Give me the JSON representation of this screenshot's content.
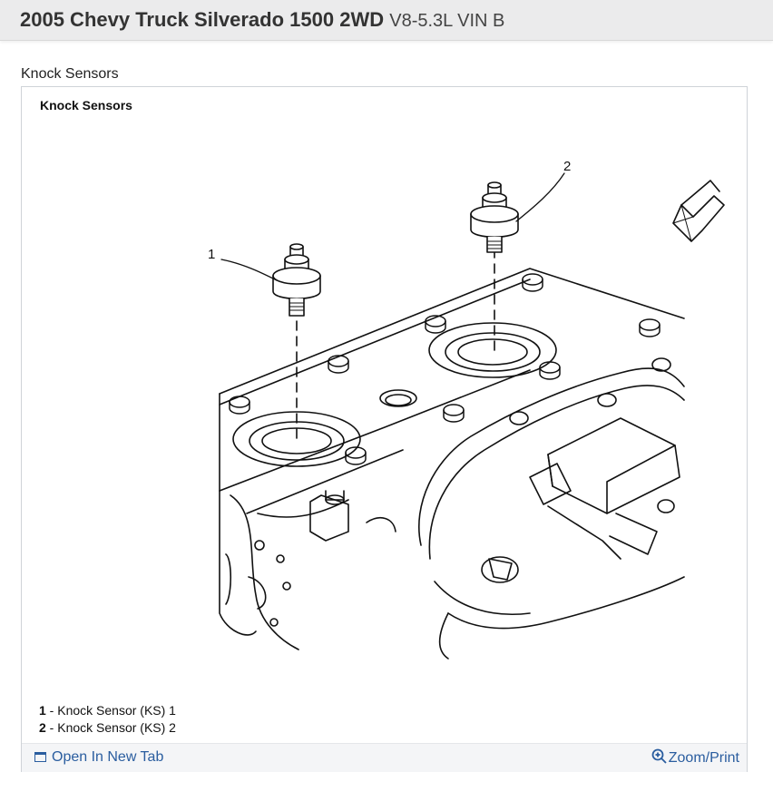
{
  "header": {
    "title": "2005 Chevy Truck Silverado 1500 2WD",
    "subtitle": "V8-5.3L VIN B"
  },
  "section": {
    "label": "Knock Sensors"
  },
  "diagram": {
    "title": "Knock Sensors",
    "callouts": [
      "1",
      "2"
    ],
    "legend": [
      {
        "num": "1",
        "text": " - Knock Sensor (KS) 1"
      },
      {
        "num": "2",
        "text": " - Knock Sensor (KS) 2"
      }
    ]
  },
  "footer": {
    "open_tab_label": "Open In New Tab",
    "zoom_label": "Zoom/Print"
  }
}
